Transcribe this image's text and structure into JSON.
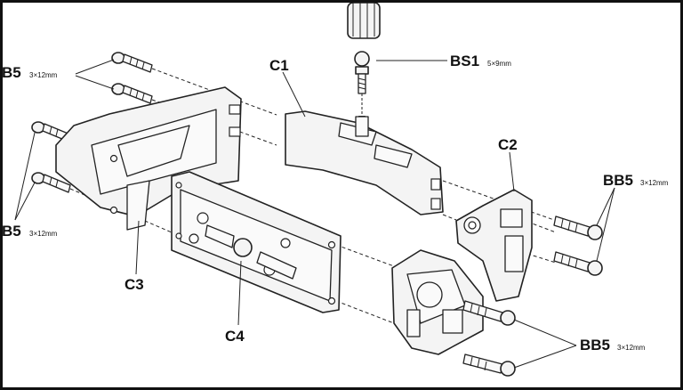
{
  "labels": {
    "c1": "C1",
    "c2": "C2",
    "c3": "C3",
    "c4": "C4",
    "bs1": "BS1",
    "bs1_size": "5×9mm",
    "b5_top": "B5",
    "b5_top_size": "3×12mm",
    "b5_left": "B5",
    "b5_left_size": "3×12mm",
    "bb5_right": "BB5",
    "bb5_right_size": "3×12mm",
    "bb5_bottom": "BB5",
    "bb5_bottom_size": "3×12mm"
  }
}
